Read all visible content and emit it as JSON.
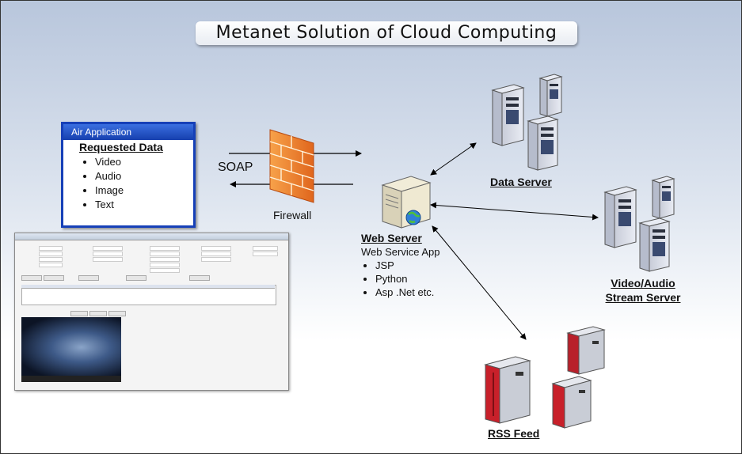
{
  "title": "Metanet Solution of Cloud Computing",
  "air_app": {
    "header": "Air Application",
    "heading": "Requested Data",
    "items": [
      "Video",
      "Audio",
      "Image",
      "Text"
    ]
  },
  "soap_label": "SOAP",
  "firewall_label": "Firewall",
  "web_server": {
    "title": "Web Server",
    "subtitle": "Web Service App",
    "items": [
      "JSP",
      "Python",
      "Asp .Net etc."
    ]
  },
  "data_server_label": "Data Server",
  "video_server_label": [
    "Video/Audio",
    "Stream Server"
  ],
  "rss_label": "RSS Feed"
}
